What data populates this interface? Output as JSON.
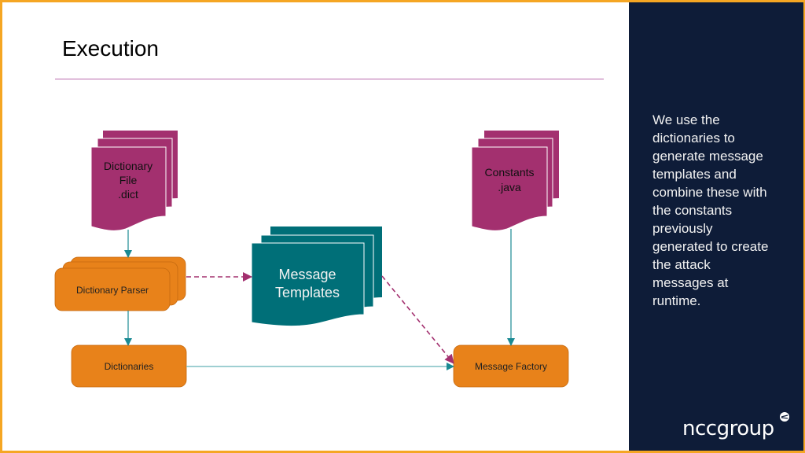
{
  "slide": {
    "title": "Execution",
    "colors": {
      "accent_border": "#f5a623",
      "panel": "#0e1c38",
      "document_magenta": "#a3306f",
      "document_teal": "#006f78",
      "process_orange": "#e8821a",
      "arrow_teal": "#1a8a93",
      "arrow_magenta": "#a3306f"
    }
  },
  "diagram": {
    "nodes": {
      "dictionary_file": {
        "line1": "Dictionary",
        "line2": "File",
        "line3": ".dict"
      },
      "constants": {
        "line1": "Constants",
        "line2": ".java"
      },
      "dictionary_parser": {
        "label": "Dictionary Parser"
      },
      "message_templates": {
        "line1": "Message",
        "line2": "Templates"
      },
      "dictionaries": {
        "label": "Dictionaries"
      },
      "message_factory": {
        "label": "Message Factory"
      }
    }
  },
  "side_panel": {
    "lines": [
      "We use the",
      "dictionaries to",
      "generate message",
      "templates and",
      "combine these with",
      "the constants",
      "previously",
      "generated to create",
      "the attack",
      "messages at",
      "runtime."
    ],
    "logo_text": "nccgroup"
  }
}
